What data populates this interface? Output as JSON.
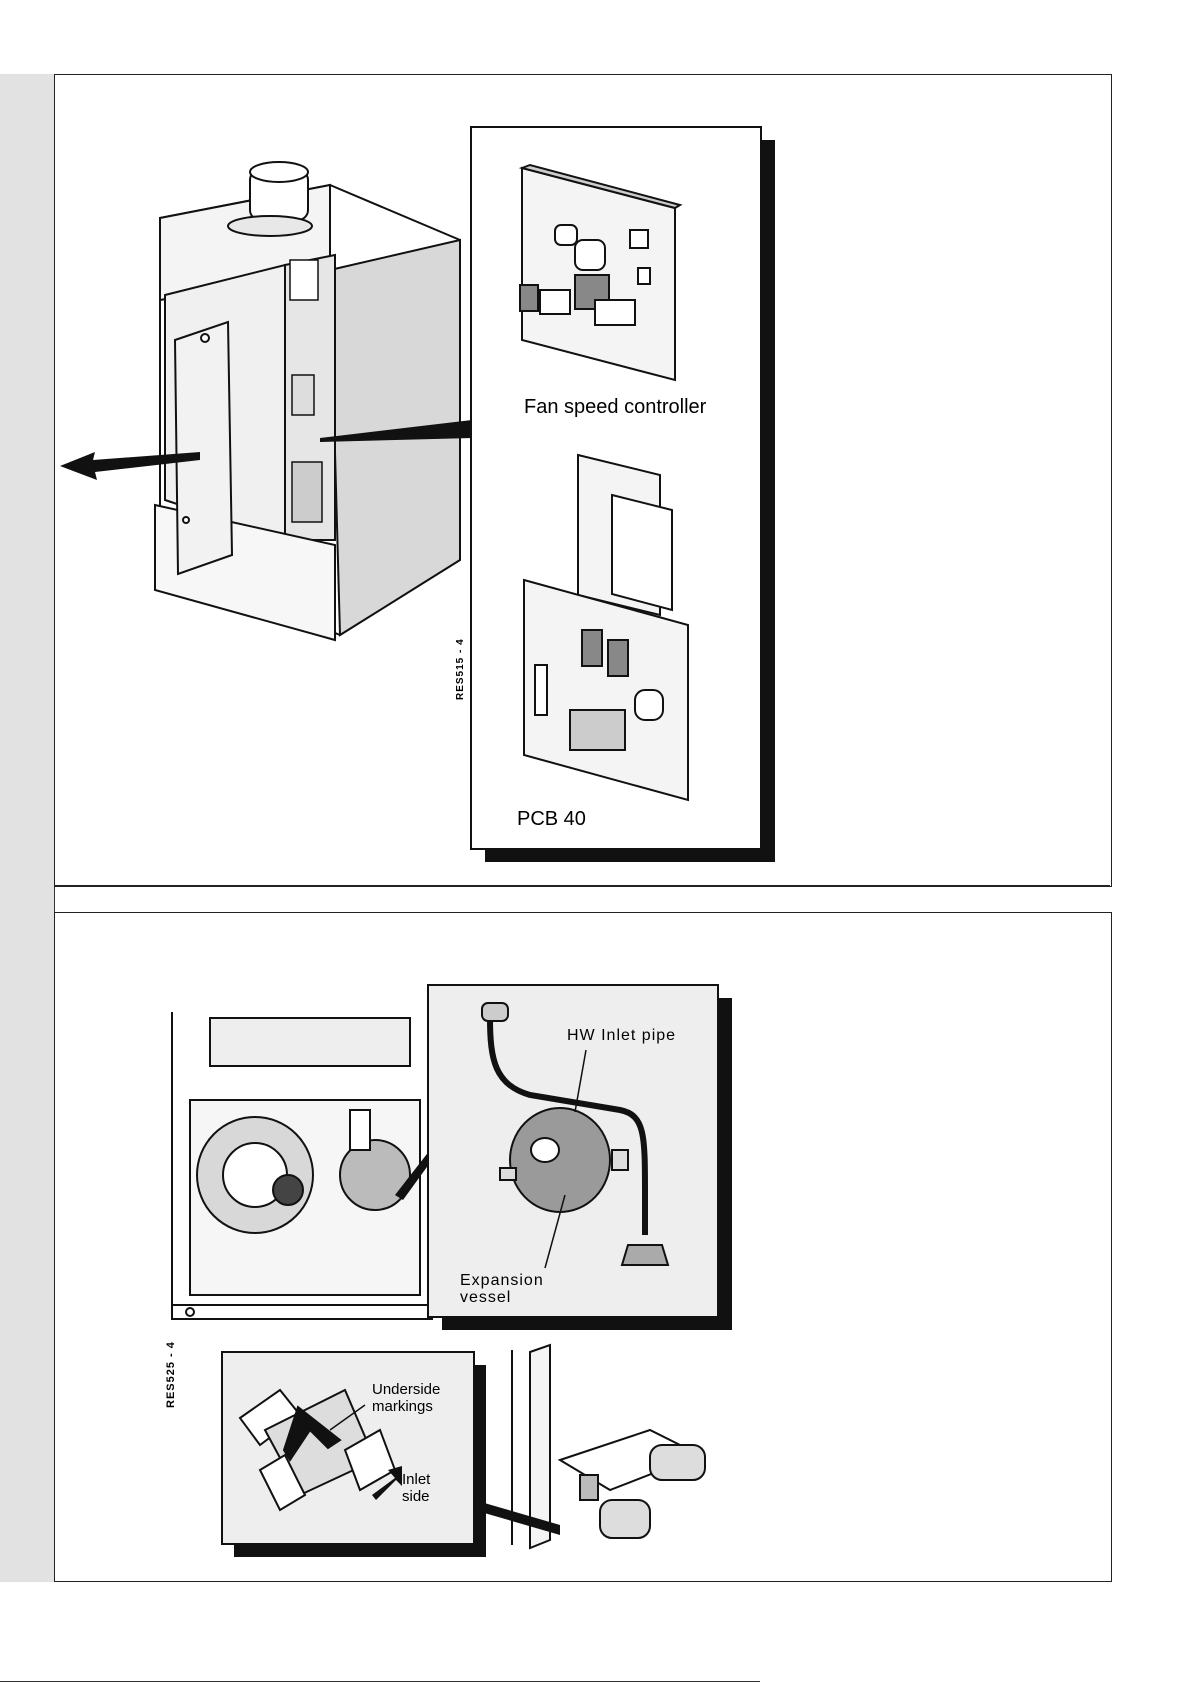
{
  "figure_top": {
    "label_fan_speed": "Fan speed controller",
    "label_pcb": "PCB 40",
    "ref_code": "RES515 - 4"
  },
  "figure_bottom": {
    "label_hw_inlet": "HW Inlet pipe",
    "label_expansion": "Expansion\nvessel",
    "label_underside": "Underside\nmarkings",
    "label_inlet_side": "Inlet\nside",
    "ref_code": "RES525 - 4"
  }
}
